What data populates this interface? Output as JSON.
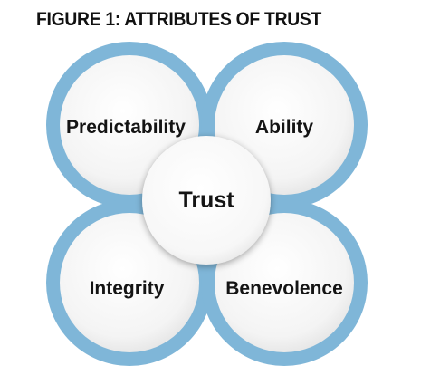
{
  "figure": {
    "title": "FIGURE 1: ATTRIBUTES OF TRUST"
  },
  "diagram": {
    "center_label": "Trust",
    "attributes": {
      "top_left": "Predictability",
      "top_right": "Ability",
      "bottom_left": "Integrity",
      "bottom_right": "Benevolence"
    }
  },
  "colors": {
    "ring": "#7fb6d8",
    "ring_edge": "#6aa6cc",
    "circle_fill": "#f6f6f6",
    "text": "#141414"
  }
}
